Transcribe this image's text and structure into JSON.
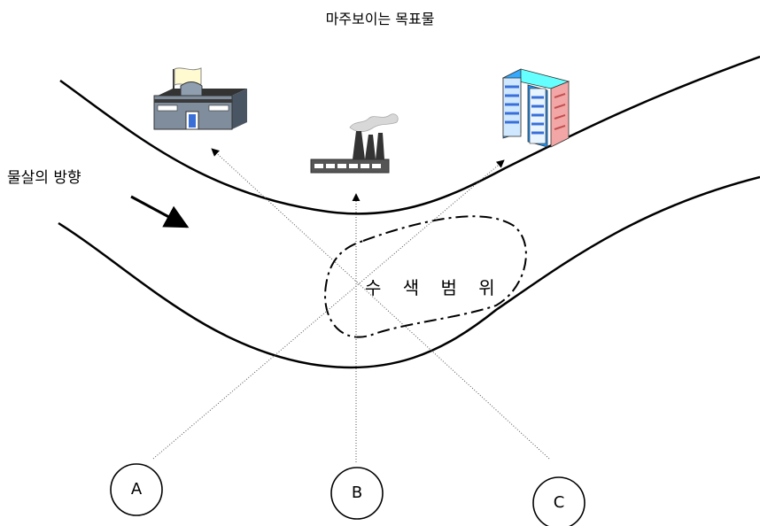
{
  "title": "마주보이는 목표물",
  "current_direction": "물살의 방향",
  "search_area": "수 색 범 위",
  "observers": {
    "a": "A",
    "b": "B",
    "c": "C"
  },
  "landmarks": {
    "left": "government-building-icon",
    "center": "factory-smokestack-icon",
    "right": "apartment-buildings-icon"
  },
  "colors": {
    "line": "#000000",
    "sight_line": "#666666",
    "building_wall": "#6f7f8f",
    "building_roof": "#3b3b3b",
    "flag": "#fffad0",
    "apartment_blue": "#33aaff",
    "apartment_top": "#66ffff",
    "apartment_pink": "#f3a6a6"
  }
}
